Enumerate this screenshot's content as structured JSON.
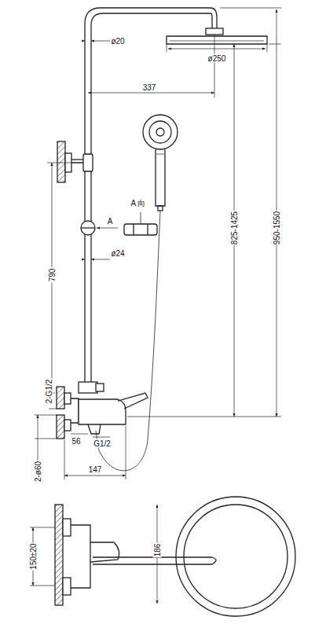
{
  "diagram": {
    "labels": [
      "ø20",
      "ø250",
      "337",
      "A",
      "A 向",
      "ø24",
      "790",
      "825-1425",
      "950-1550",
      "2-G1/2",
      "2-ø60",
      "56",
      "G1/2",
      "147",
      "150±20",
      "186"
    ]
  }
}
